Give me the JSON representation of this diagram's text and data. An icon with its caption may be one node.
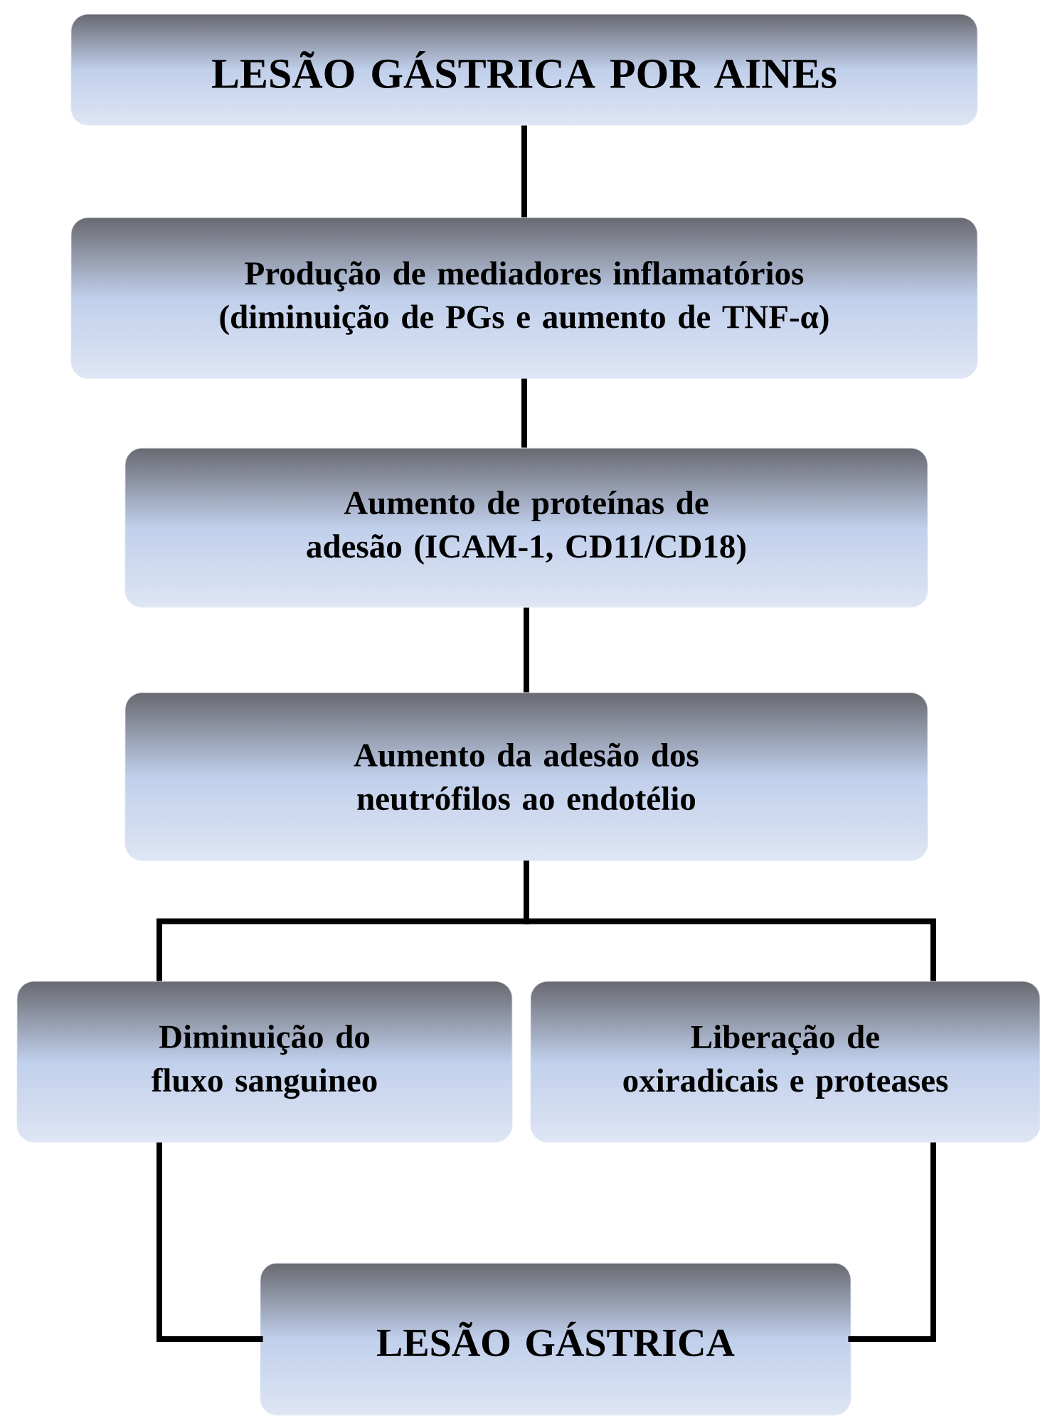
{
  "diagram": {
    "nodes": [
      {
        "text": [
          "LESÃO GÁSTRICA POR AINEs"
        ]
      },
      {
        "text": [
          "Produção de mediadores inflamatórios (diminuição de PGs e aumento de TNF-α)"
        ]
      },
      {
        "text": [
          "Aumento de proteínas de adesão (ICAM-1, CD11/CD18)"
        ]
      },
      {
        "text": [
          "Aumento da adesão dos neutrófilos ao endotélio"
        ]
      },
      {
        "text": [
          "Diminuição do fluxo sanguineo"
        ]
      },
      {
        "text": [
          "Liberação de oxiradicais e proteases"
        ]
      },
      {
        "text": [
          "LESÃO GÁSTRICA"
        ]
      }
    ],
    "edges": [
      {
        "from": 0,
        "to": 1,
        "arrow": "none"
      },
      {
        "from": 1,
        "to": 2,
        "arrow": "none"
      },
      {
        "from": 2,
        "to": 3,
        "arrow": "none"
      },
      {
        "from": 3,
        "to": 4,
        "arrow": "none"
      },
      {
        "from": 3,
        "to": 5,
        "arrow": "none"
      },
      {
        "from": 4,
        "to": 6,
        "arrow": "none"
      },
      {
        "from": 5,
        "to": 6,
        "arrow": "none"
      }
    ]
  }
}
